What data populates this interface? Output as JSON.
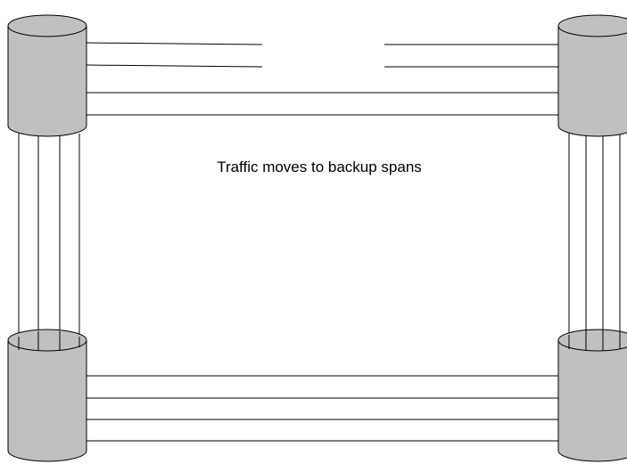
{
  "caption": "Traffic moves to backup spans",
  "colors": {
    "node_fill": "#c0c0c0",
    "line": "#000000",
    "background": "#ffffff"
  },
  "nodes": [
    {
      "id": "top-left-node",
      "shape": "cylinder"
    },
    {
      "id": "top-right-node",
      "shape": "cylinder"
    },
    {
      "id": "bottom-left-node",
      "shape": "cylinder"
    },
    {
      "id": "bottom-right-node",
      "shape": "cylinder"
    }
  ],
  "links": [
    {
      "id": "top-working-span",
      "from": "top-left-node",
      "to": "top-right-node",
      "lines": 2,
      "status": "broken"
    },
    {
      "id": "top-backup-span",
      "from": "top-left-node",
      "to": "top-right-node",
      "lines": 2,
      "status": "active"
    },
    {
      "id": "left-spans",
      "from": "top-left-node",
      "to": "bottom-left-node",
      "lines": 4,
      "status": "active"
    },
    {
      "id": "right-spans",
      "from": "top-right-node",
      "to": "bottom-right-node",
      "lines": 4,
      "status": "active"
    },
    {
      "id": "bottom-spans",
      "from": "bottom-left-node",
      "to": "bottom-right-node",
      "lines": 4,
      "status": "active"
    }
  ]
}
